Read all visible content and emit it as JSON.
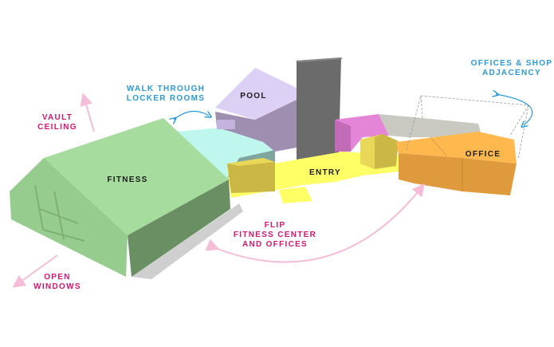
{
  "spaces": {
    "fitness": "FITNESS",
    "pool": "POOL",
    "entry": "ENTRY",
    "office": "OFFICE"
  },
  "annotations": {
    "vault": [
      "VAULT",
      "CEILING"
    ],
    "walk": [
      "WALK THROUGH",
      "LOCKER ROOMS"
    ],
    "flip": [
      "FLIP",
      "FITNESS CENTER",
      "AND OFFICES"
    ],
    "windows": [
      "OPEN",
      "WINDOWS"
    ],
    "adjacency": [
      "OFFICES & SHOP",
      "ADJACENCY"
    ]
  },
  "colors": {
    "fitness": "#a6dc9e",
    "locker": "#bff7ee",
    "pool": "#ddd0f5",
    "entry": "#ffff66",
    "office": "#ffb84d",
    "support": "#e585d8",
    "shop": "#c9c9c1",
    "annotation_pink": "#d6156e",
    "annotation_blue": "#2a9ad6"
  }
}
